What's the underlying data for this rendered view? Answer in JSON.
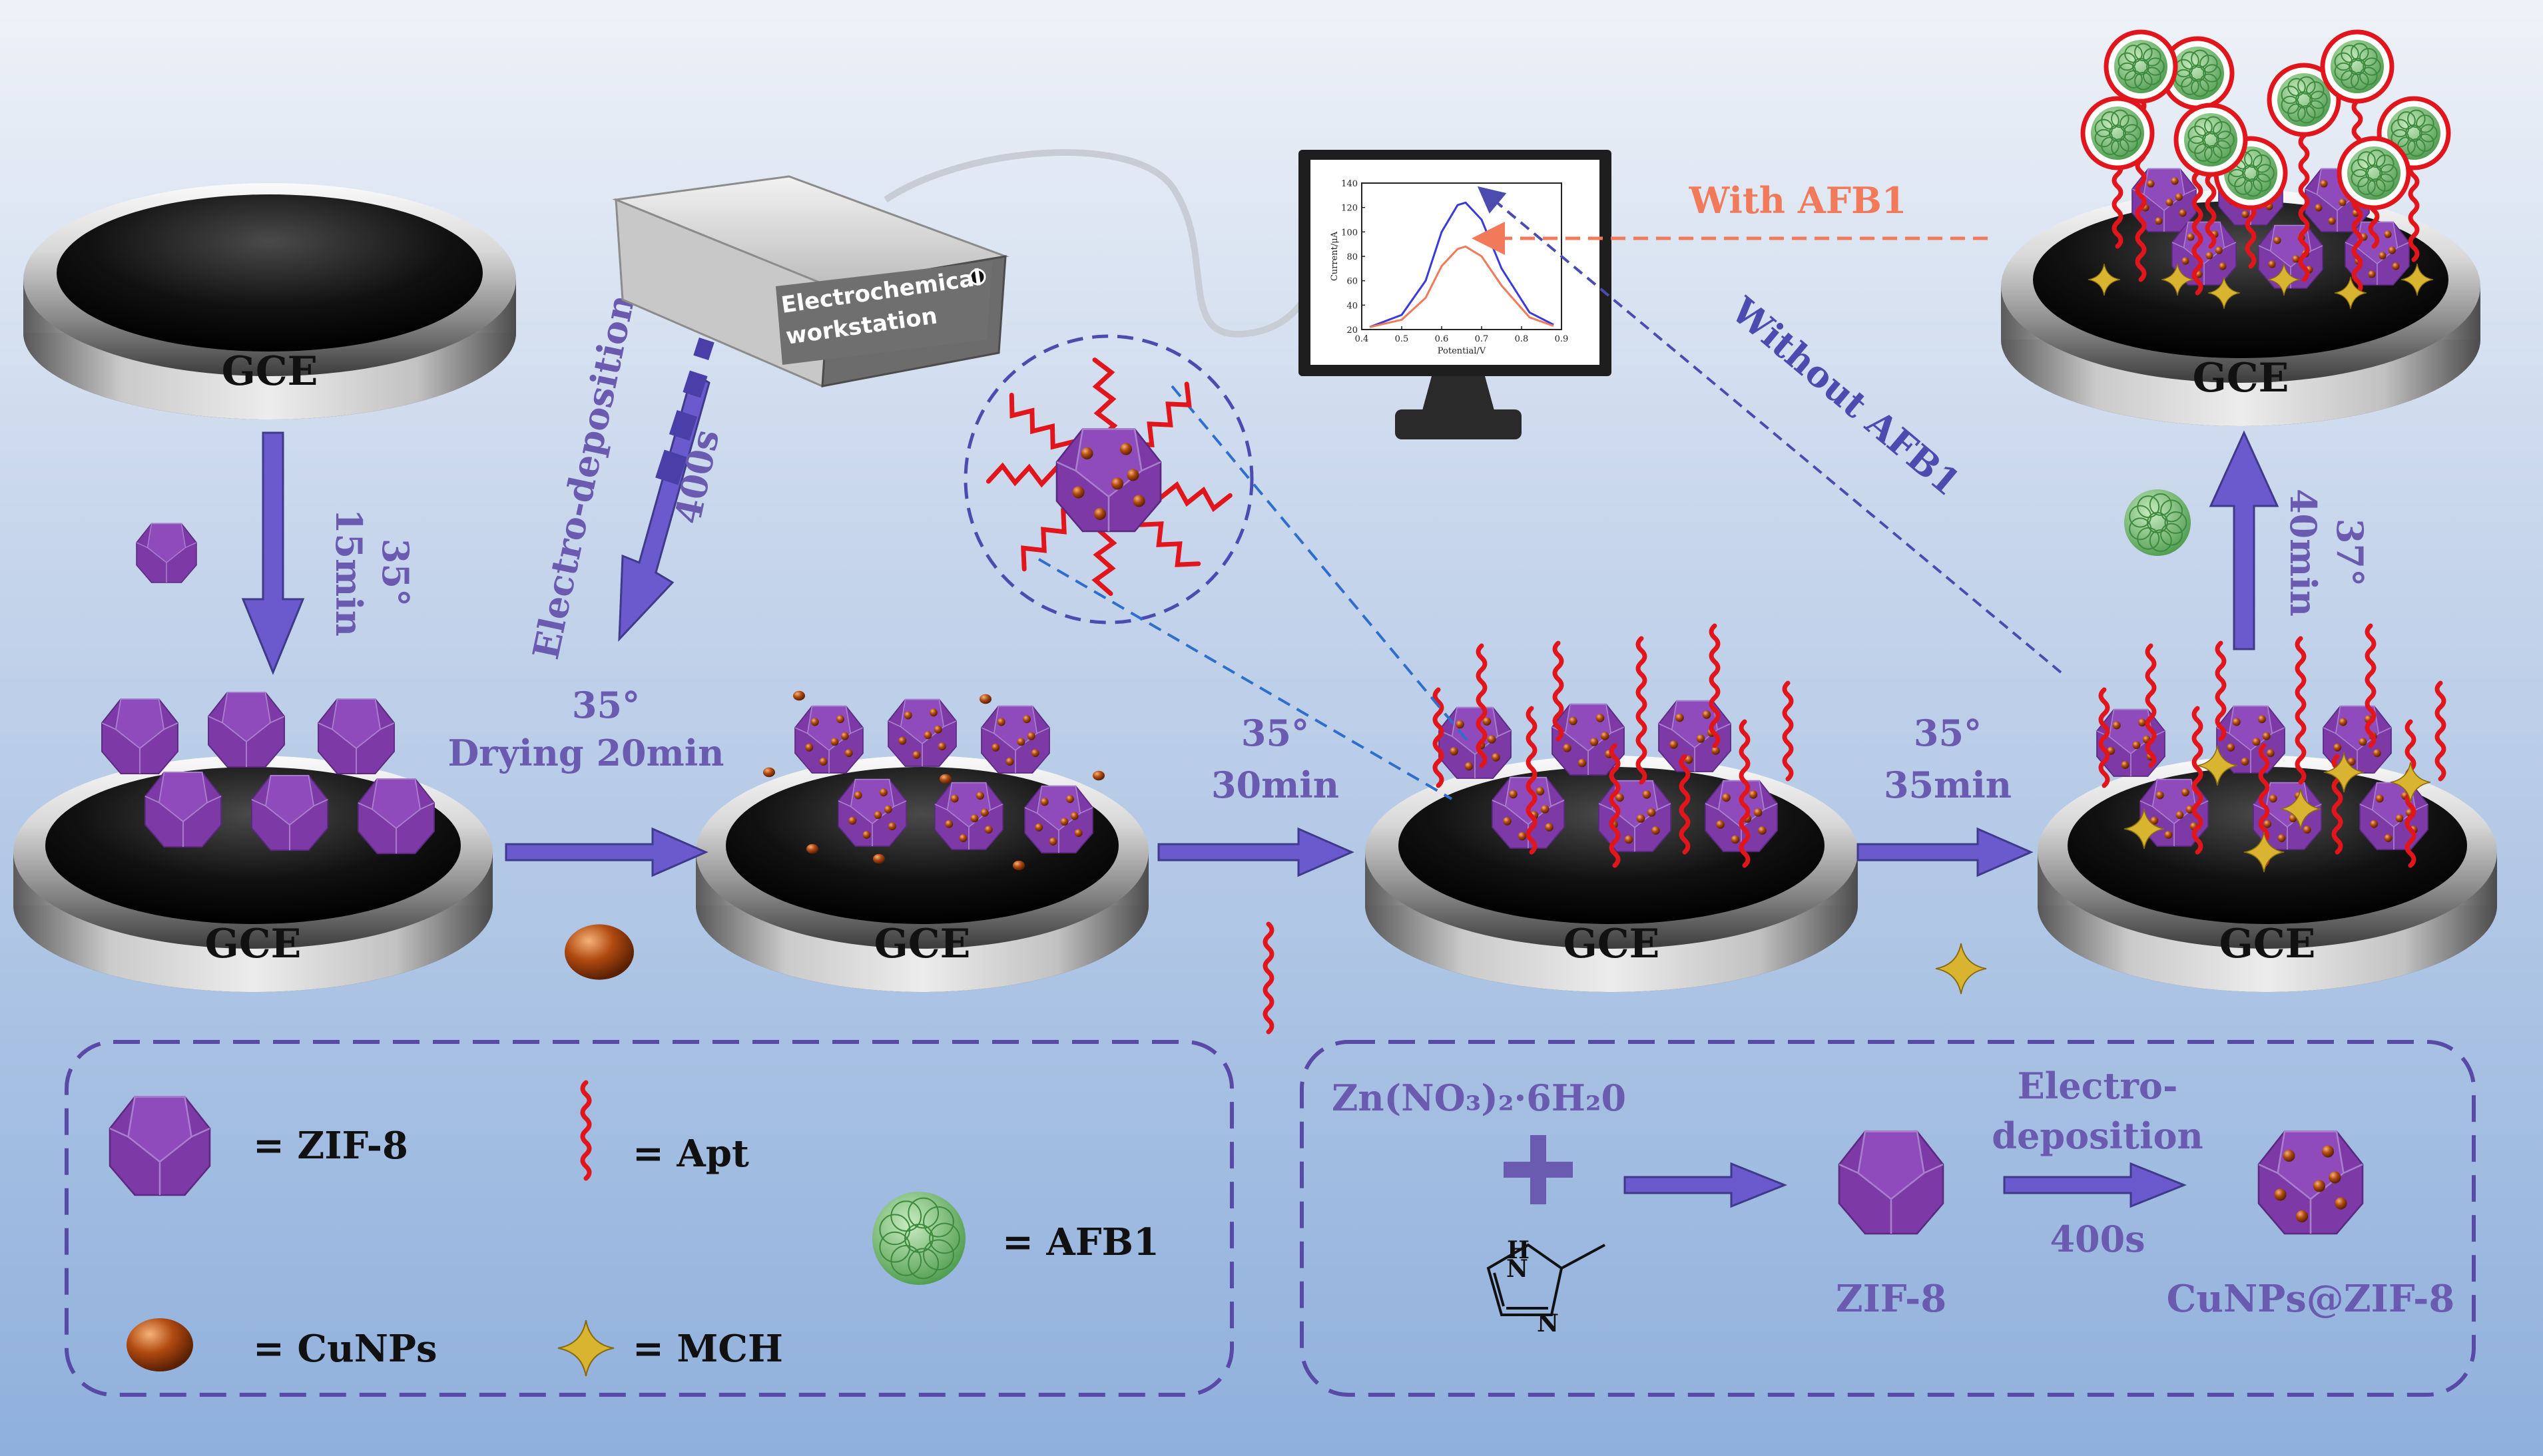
{
  "electrode_label": "GCE",
  "steps": {
    "step1_temp": "35°",
    "step1_time": "15min",
    "electrodeposition_label": "Electro-deposition",
    "electrodeposition_time": "400s",
    "step2_temp": "35°",
    "step2_time": "Drying 20min",
    "step3_temp": "35°",
    "step3_time": "30min",
    "step4_temp": "35°",
    "step4_time": "35min",
    "step5_temp": "37°",
    "step5_time": "40min"
  },
  "workstation": {
    "line1": "Electrochemical",
    "line2": "workstation"
  },
  "monitor": {
    "ylabel": "Current/μA",
    "xlabel": "Potential/V",
    "yticks": [
      "140",
      "120",
      "100",
      "80",
      "60",
      "40",
      "20"
    ],
    "xticks": [
      "0.4",
      "0.5",
      "0.6",
      "0.7",
      "0.8",
      "0.9"
    ]
  },
  "chart_data": {
    "type": "line",
    "xlabel": "Potential/V",
    "ylabel": "Current/μA",
    "xlim": [
      0.4,
      0.9
    ],
    "ylim": [
      20,
      140
    ],
    "series": [
      {
        "color": "#3a3ad8",
        "x": [
          0.42,
          0.5,
          0.56,
          0.6,
          0.64,
          0.66,
          0.7,
          0.75,
          0.82,
          0.88
        ],
        "y": [
          22,
          32,
          60,
          100,
          122,
          124,
          110,
          70,
          34,
          24
        ]
      },
      {
        "color": "#f07a5a",
        "x": [
          0.42,
          0.5,
          0.56,
          0.6,
          0.64,
          0.66,
          0.7,
          0.75,
          0.82,
          0.88
        ],
        "y": [
          22,
          28,
          46,
          72,
          86,
          88,
          80,
          56,
          30,
          23
        ]
      }
    ]
  },
  "with_afb1": "With AFB1",
  "without_afb1": "Without AFB1",
  "legend": {
    "zif8": "= ZIF-8",
    "apt": "= Apt",
    "afb1": "=  AFB1",
    "cunps": "= CuNPs",
    "mch": "= MCH"
  },
  "synthesis": {
    "reagent": "Zn(NO₃)₂·6H₂0",
    "imidazole_h": "H",
    "imidazole_n1": "N",
    "imidazole_n2": "N",
    "arrow_line1": "Electro-",
    "arrow_line2": "deposition",
    "arrow_time": "400s",
    "product1": "ZIF-8",
    "product2": "CuNPs@ZIF-8"
  },
  "colors": {
    "arrow": "#6a5acd",
    "orange": "#f07a5a",
    "apt": "#e0161c",
    "zif": "#7d3aa6",
    "cu": "#b04a10",
    "afb1": "#5aa55a",
    "mch": "#d9b430",
    "text": "#6a5ab0"
  }
}
